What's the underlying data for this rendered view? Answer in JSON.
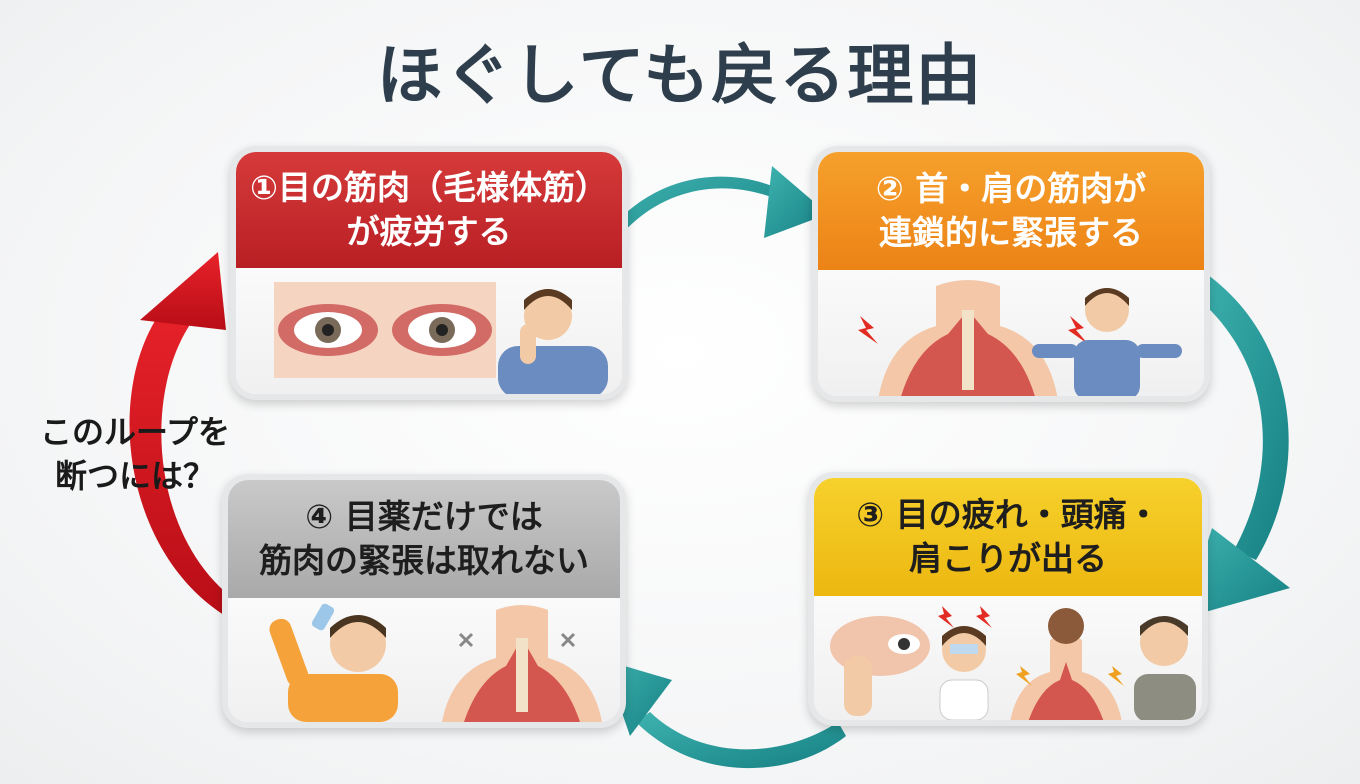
{
  "title": "ほぐしても戻る理由",
  "cards": [
    {
      "line1": "①目の筋肉（毛様体筋）",
      "line2": "が疲労する"
    },
    {
      "line1": "② 首・肩の筋肉が",
      "line2": "連鎖的に緊張する"
    },
    {
      "line1": "③ 目の疲れ・頭痛・",
      "line2": "肩こりが出る"
    },
    {
      "line1": "④ 目薬だけでは",
      "line2": "筋肉の緊張は取れない"
    }
  ],
  "loop_question": {
    "line1": "このループを",
    "line2": "断つには？"
  },
  "colors": {
    "card1": "#c62a2e",
    "card2": "#f08c1e",
    "card3": "#f2c31c",
    "card4": "#b5b5b5",
    "arrow_teal": "#1e9a9a",
    "arrow_red": "#d8121c"
  }
}
